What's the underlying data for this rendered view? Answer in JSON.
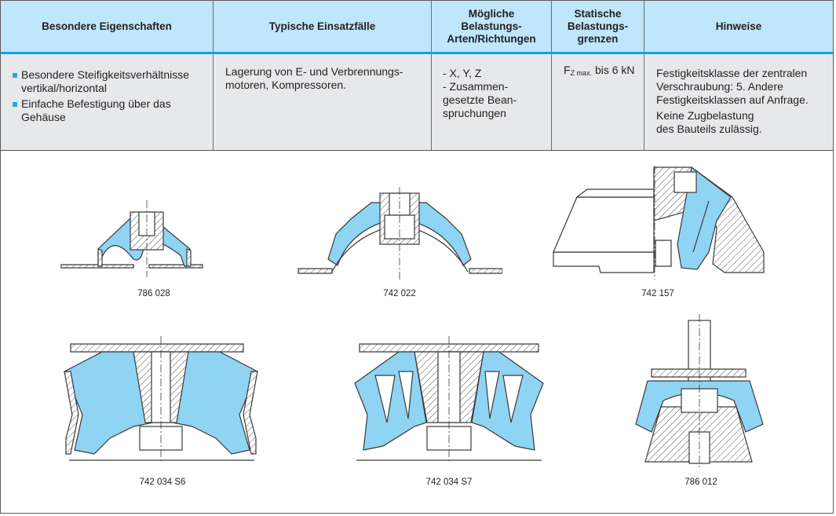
{
  "table": {
    "headers": [
      "Besondere Eigenschaften",
      "Typische Einsatzfälle",
      "Mögliche Belastungs-\nArten/Richtungen",
      "Statische Belastungs-\ngrenzen",
      "Hinweise"
    ],
    "header_lines": {
      "col3": [
        "Mögliche",
        "Belastungs-",
        "Arten/Richtungen"
      ],
      "col4": [
        "Statische",
        "Belastungs-",
        "grenzen"
      ]
    },
    "row": {
      "eigenschaften": [
        [
          "Besondere Steifigkeitsverhältnisse",
          "vertikal/horizontal"
        ],
        [
          "Einfache Befestigung über das",
          "Gehäuse"
        ]
      ],
      "einsatzfaelle": [
        "Lagerung von E- und Verbrennungs-",
        "motoren, Kompressoren."
      ],
      "belastungsarten": [
        "- X, Y, Z",
        "- Zusammen-",
        "gesetzte Bean-",
        "spruchungen"
      ],
      "belastungsgrenzen": {
        "symbol": "F",
        "subscript": "Z max.",
        "text": " bis 6 kN"
      },
      "hinweise": [
        [
          "Festigkeitsklasse der zentralen",
          "Verschraubung: 5.  Andere",
          "Festigkeitsklassen auf Anfrage."
        ],
        [
          "Keine Zugbelastung",
          "des Bauteils zulässig."
        ]
      ]
    }
  },
  "colors": {
    "header_bg": "#bfe6fa",
    "header_rule": "#0aa6e6",
    "row_bg": "#e7e8ea",
    "bullet": "#27a9e1",
    "rubber": "#8fd4f2"
  },
  "figures": [
    {
      "id": "786-028",
      "label": "786 028"
    },
    {
      "id": "742-022",
      "label": "742 022"
    },
    {
      "id": "742-157",
      "label": "742 157"
    },
    {
      "id": "742-034-s6",
      "label": "742 034 S6"
    },
    {
      "id": "742-034-s7",
      "label": "742 034 S7"
    },
    {
      "id": "786-012",
      "label": "786 012"
    }
  ]
}
